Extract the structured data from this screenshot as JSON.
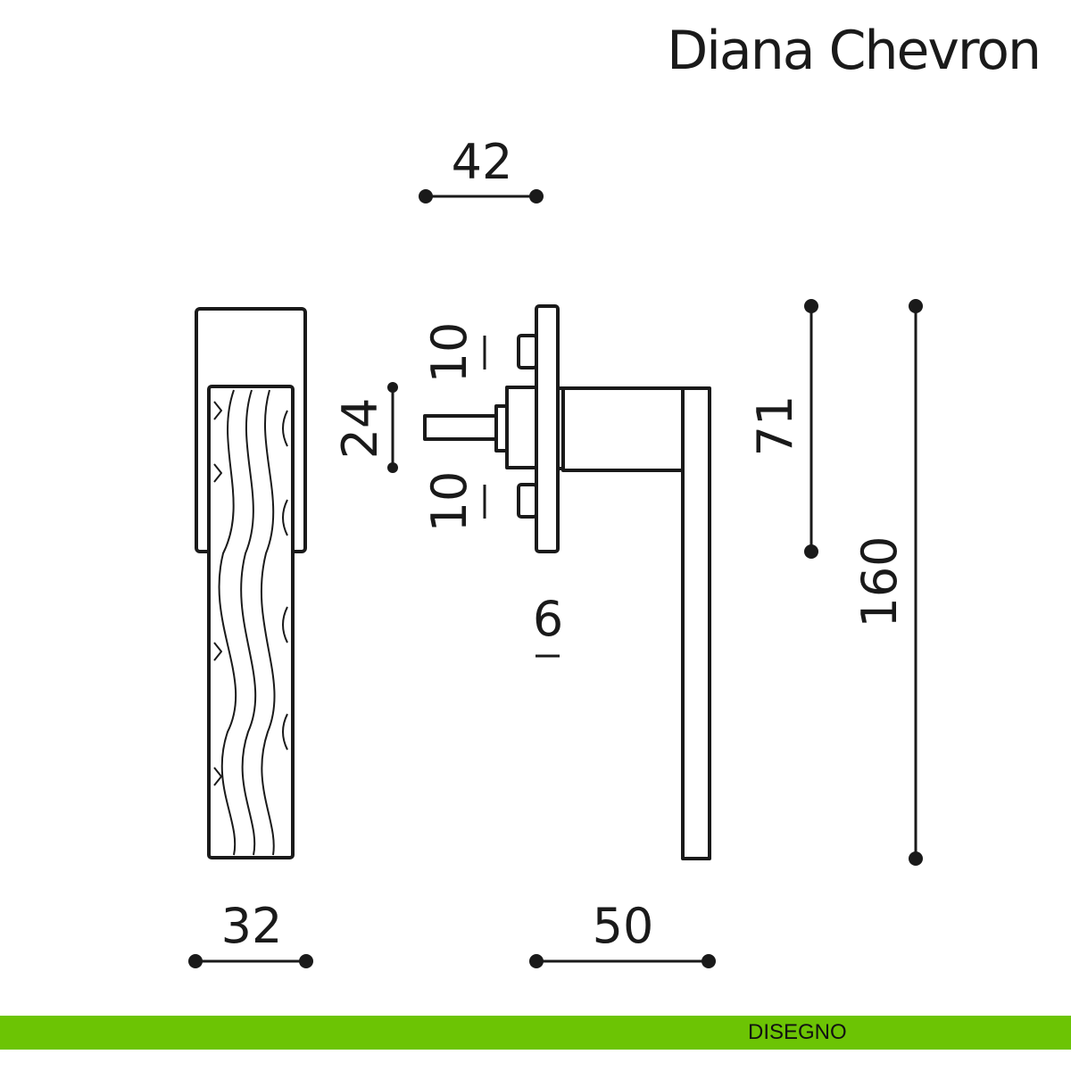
{
  "title": "Diana Chevron",
  "footer": {
    "label": "DISEGNO",
    "color": "#6cc404"
  },
  "dimensions": {
    "rose_width": "42",
    "spindle_spacing": "24",
    "screw_offset_top": "10",
    "screw_offset_bottom": "10",
    "spindle_size": "6",
    "rose_to_lever": "71",
    "total_length": "160",
    "grip_width": "32",
    "projection": "50"
  }
}
